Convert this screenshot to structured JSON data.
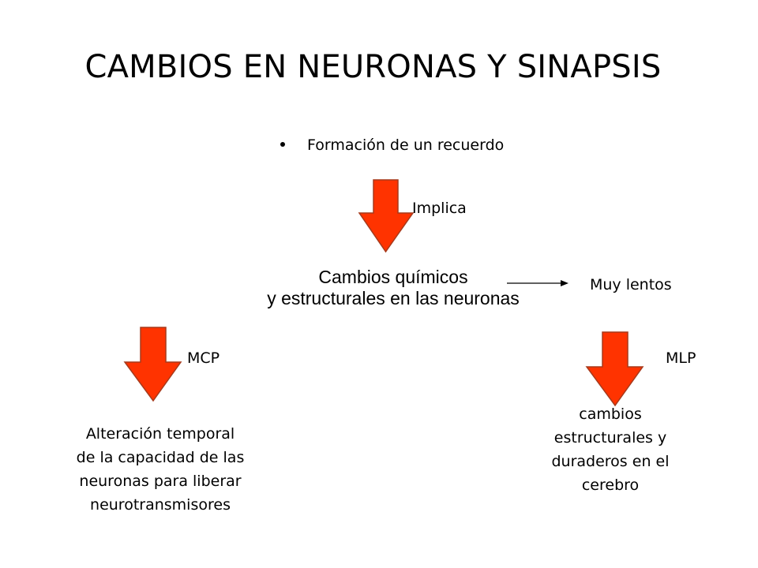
{
  "slide": {
    "title": "CAMBIOS EN NEURONAS Y SINAPSIS",
    "bullet": "Formación de un recuerdo",
    "implica_label": "Implica",
    "central_line1": "Cambios químicos",
    "central_line2": "y estructurales en las neuronas",
    "right_note": "Muy lentos",
    "left_label": "MCP",
    "right_label": "MLP",
    "left_text": [
      "Alteración temporal",
      "de la capacidad de las",
      "neuronas para liberar",
      "neurotransmisores"
    ],
    "right_text": [
      "cambios",
      "estructurales y",
      "duraderos en el",
      "cerebro"
    ]
  },
  "colors": {
    "arrow_fill": "#ff3300",
    "arrow_stroke": "#a63a1c",
    "text": "#000000"
  },
  "icons": [
    "down-arrow-icon",
    "right-arrow-icon",
    "bullet-dot-icon"
  ]
}
